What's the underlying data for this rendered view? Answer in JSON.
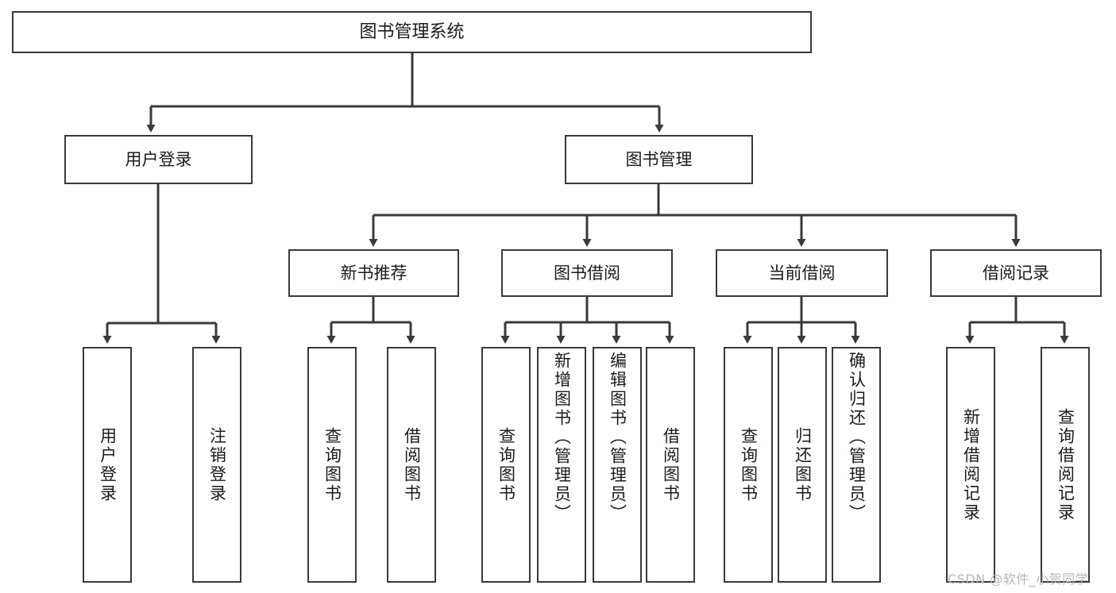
{
  "diagram": {
    "type": "tree-hierarchy",
    "title": "图书管理系统",
    "style": {
      "box_border_color": "#3a3a3a",
      "box_fill_color": "#ffffff",
      "connector_color": "#3a3a3a",
      "text_color": "#1b1b1b",
      "background": "#ffffff"
    },
    "levels": {
      "root": {
        "label": "图书管理系统"
      },
      "level2": [
        {
          "id": "user-login",
          "label": "用户登录"
        },
        {
          "id": "book-management",
          "label": "图书管理"
        }
      ],
      "level3": [
        {
          "id": "new-book-recommend",
          "label": "新书推荐",
          "parent": "book-management"
        },
        {
          "id": "book-borrow",
          "label": "图书借阅",
          "parent": "book-management"
        },
        {
          "id": "current-borrow",
          "label": "当前借阅",
          "parent": "book-management"
        },
        {
          "id": "borrow-record",
          "label": "借阅记录",
          "parent": "book-management"
        }
      ],
      "leaves": [
        {
          "id": "leaf-user-login",
          "label": "用户登录",
          "parent": "user-login"
        },
        {
          "id": "leaf-user-logout",
          "label": "注销登录",
          "parent": "user-login"
        },
        {
          "id": "leaf-query-book-1",
          "label": "查询图书",
          "parent": "new-book-recommend"
        },
        {
          "id": "leaf-borrow-book-1",
          "label": "借阅图书",
          "parent": "new-book-recommend"
        },
        {
          "id": "leaf-query-book-2",
          "label": "查询图书",
          "parent": "book-borrow"
        },
        {
          "id": "leaf-add-book",
          "label": "新增图书（管理员）",
          "parent": "book-borrow"
        },
        {
          "id": "leaf-edit-book",
          "label": "编辑图书（管理员）",
          "parent": "book-borrow"
        },
        {
          "id": "leaf-borrow-book-2",
          "label": "借阅图书",
          "parent": "book-borrow"
        },
        {
          "id": "leaf-query-book-3",
          "label": "查询图书",
          "parent": "current-borrow"
        },
        {
          "id": "leaf-return-book",
          "label": "归还图书",
          "parent": "current-borrow"
        },
        {
          "id": "leaf-confirm-return",
          "label": "确认归还（管理员）",
          "parent": "current-borrow"
        },
        {
          "id": "leaf-add-record",
          "label": "新增借阅记录",
          "parent": "borrow-record"
        },
        {
          "id": "leaf-query-record",
          "label": "查询借阅记录",
          "parent": "borrow-record"
        }
      ]
    }
  },
  "watermark": {
    "text": "CSDN @软件_小贺同学"
  }
}
